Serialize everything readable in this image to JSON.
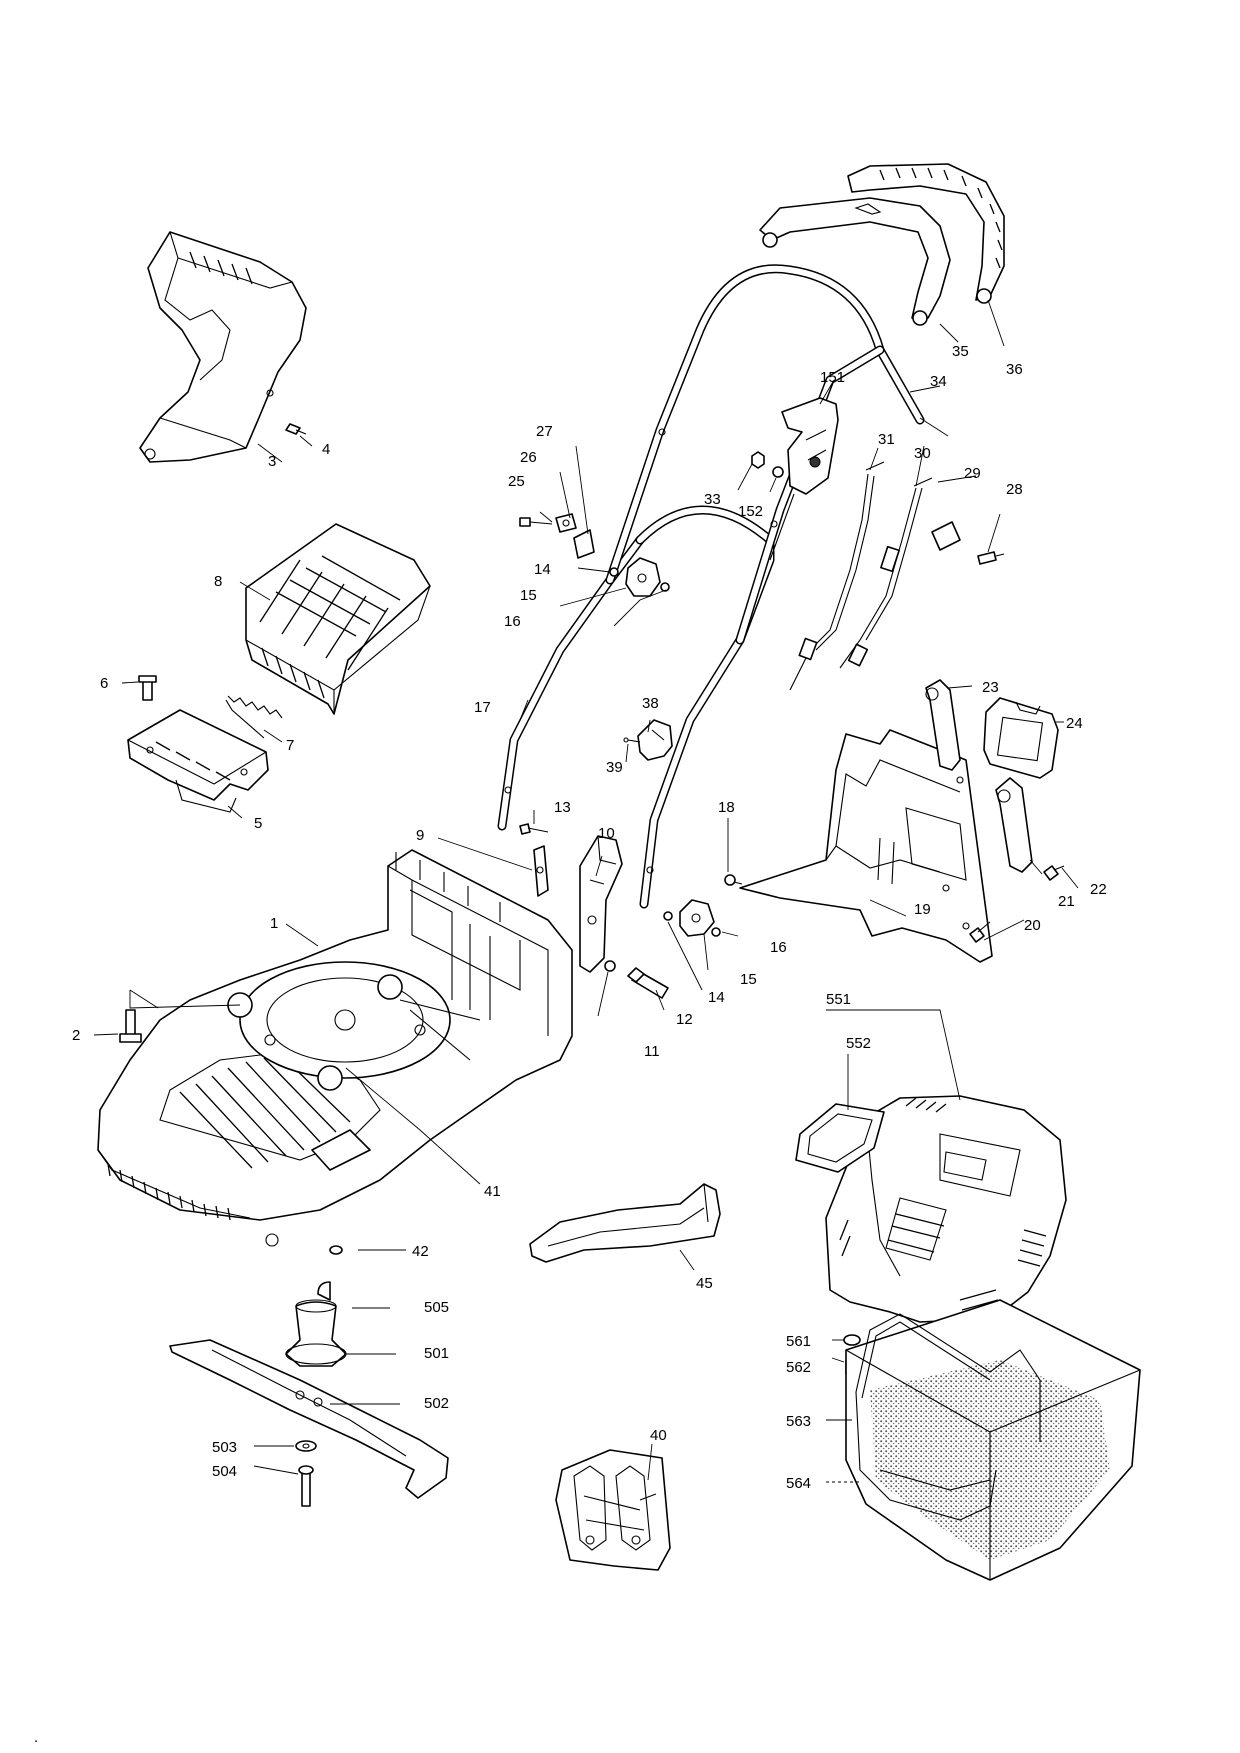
{
  "labels": {
    "p1": "1",
    "p2": "2",
    "p3": "3",
    "p4": "4",
    "p5": "5",
    "p6": "6",
    "p7": "7",
    "p8": "8",
    "p9": "9",
    "p10": "10",
    "p11": "11",
    "p12": "12",
    "p13": "13",
    "p14a": "14",
    "p14b": "14",
    "p15a": "15",
    "p15b": "15",
    "p16a": "16",
    "p16b": "16",
    "p17": "17",
    "p18": "18",
    "p19": "19",
    "p20": "20",
    "p21": "21",
    "p22": "22",
    "p23": "23",
    "p24": "24",
    "p25": "25",
    "p26": "26",
    "p27": "27",
    "p28": "28",
    "p29": "29",
    "p30": "30",
    "p31": "31",
    "p33": "33",
    "p34": "34",
    "p35": "35",
    "p36": "36",
    "p38": "38",
    "p39": "39",
    "p40": "40",
    "p41": "41",
    "p42": "42",
    "p45": "45",
    "p151": "151",
    "p152": "152",
    "p501": "501",
    "p502": "502",
    "p503": "503",
    "p504": "504",
    "p505": "505",
    "p551": "551",
    "p552": "552",
    "p561": "561",
    "p562": "562",
    "p563": "563",
    "p564": "564",
    "footer_mark": "."
  }
}
